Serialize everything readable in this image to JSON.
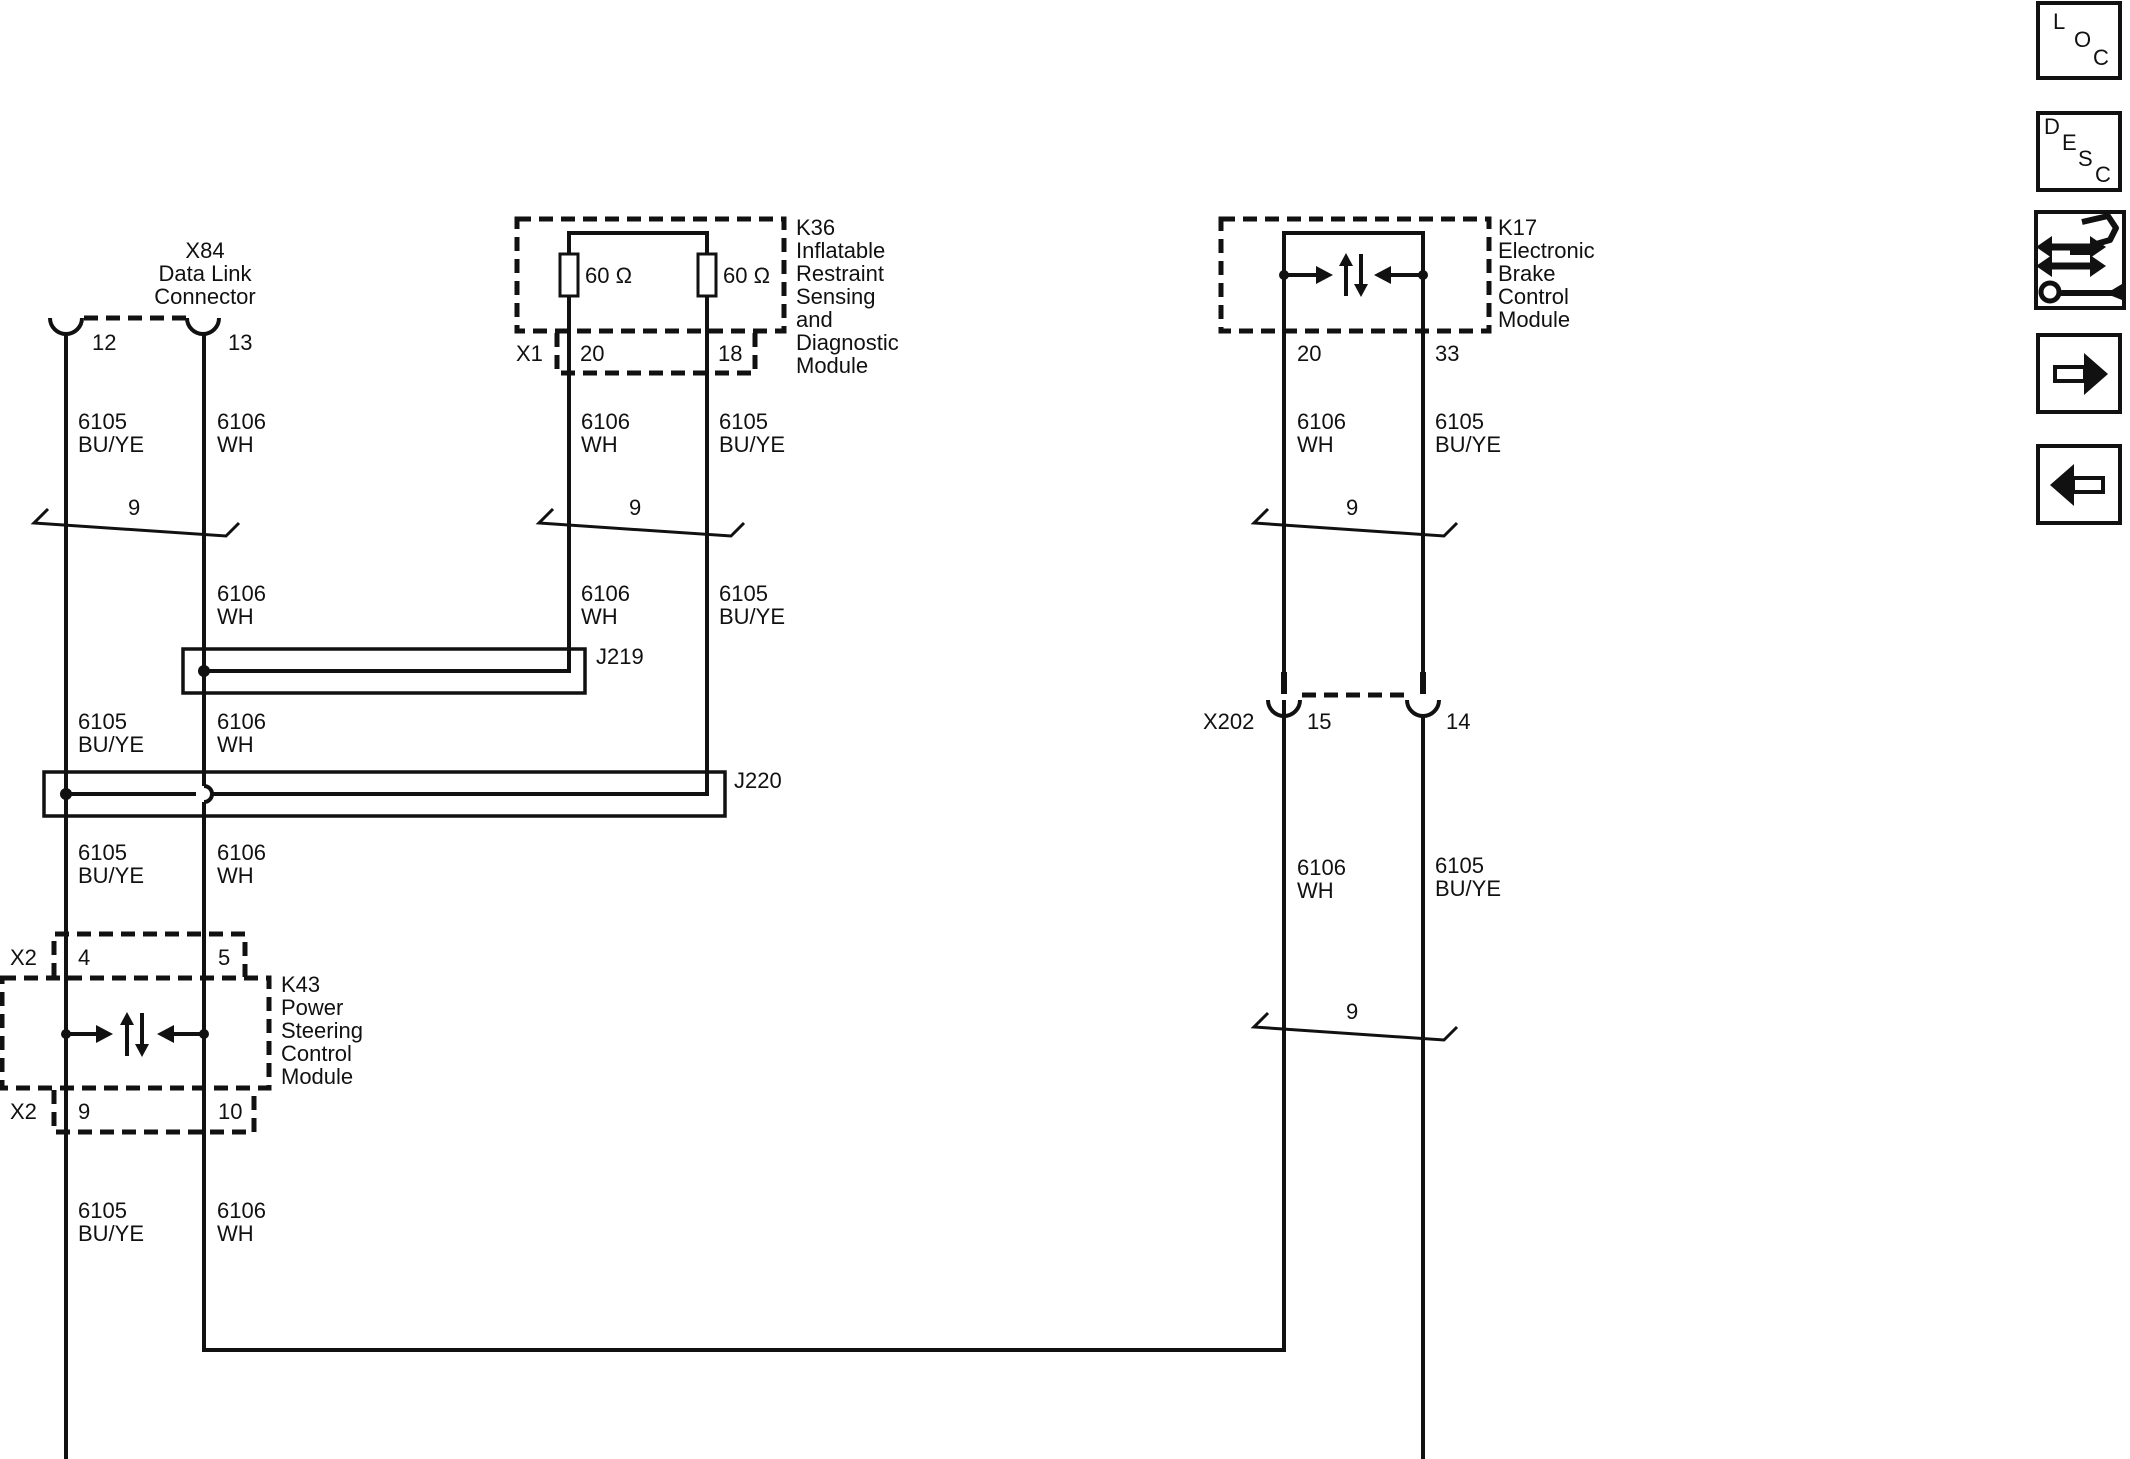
{
  "connectors": {
    "x84": {
      "id": "X84",
      "name_line1": "Data Link",
      "name_line2": "Connector",
      "pin_a": "12",
      "pin_b": "13"
    },
    "x1": {
      "id": "X1",
      "pin_a": "20",
      "pin_b": "18"
    },
    "x202": {
      "id": "X202",
      "pin_a": "15",
      "pin_b": "14"
    },
    "x2_top": {
      "id": "X2",
      "pin_a": "4",
      "pin_b": "5"
    },
    "x2_bottom": {
      "id": "X2",
      "pin_a": "9",
      "pin_b": "10"
    }
  },
  "modules": {
    "k36": {
      "id": "K36",
      "lines": [
        "Inflatable",
        "Restraint",
        "Sensing",
        "and",
        "Diagnostic",
        "Module"
      ],
      "resistor_label": "60 Ω"
    },
    "k17": {
      "id": "K17",
      "lines": [
        "Electronic",
        "Brake",
        "Control",
        "Module"
      ],
      "pin_a": "20",
      "pin_b": "33"
    },
    "k43": {
      "id": "K43",
      "lines": [
        "Power",
        "Steering",
        "Control",
        "Module"
      ]
    }
  },
  "splices": {
    "j219": "J219",
    "j220": "J220"
  },
  "wires": {
    "ckt_6105": "6105",
    "ckt_6106": "6106",
    "color_buye": "BU/YE",
    "color_wh": "WH",
    "twist_count": "9"
  },
  "nav": {
    "loc": [
      "L",
      "O",
      "C"
    ],
    "desc": [
      "D",
      "E",
      "S",
      "C"
    ],
    "tool_icon": "wrench-arrows-icon",
    "forward_icon": "arrow-right-icon",
    "back_icon": "arrow-left-icon"
  }
}
